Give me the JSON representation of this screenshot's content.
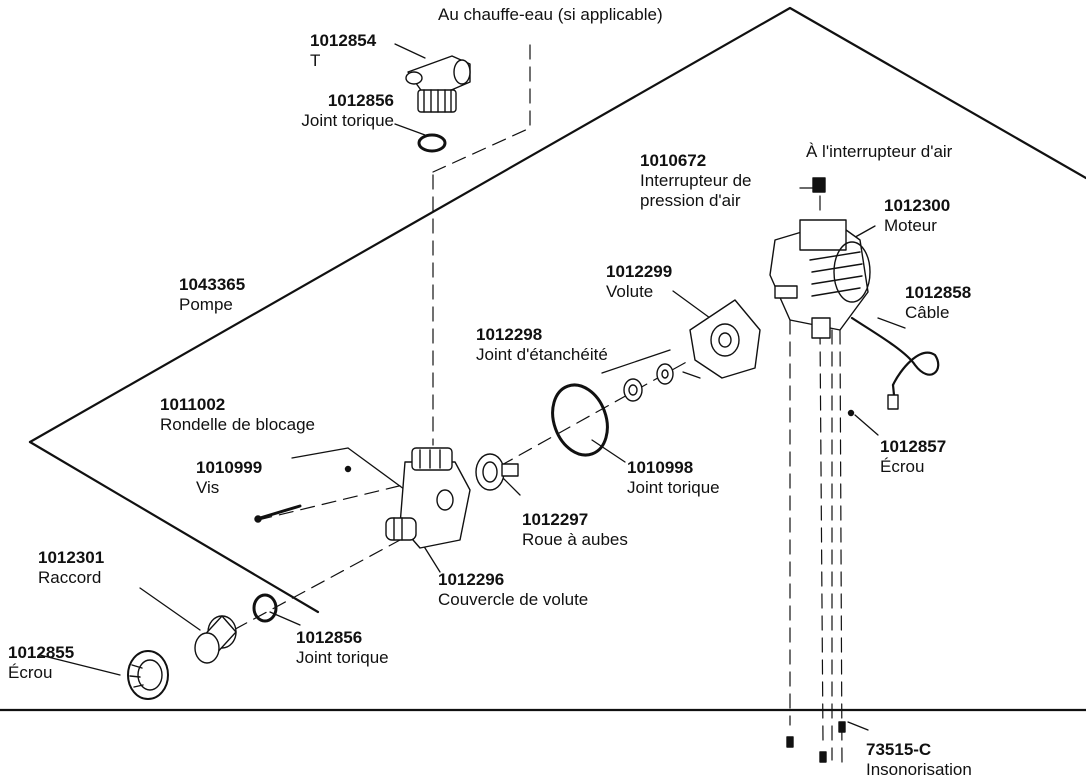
{
  "notes": {
    "heater": "Au chauffe-eau (si applicable)",
    "air_switch": "À l'interrupteur d'air"
  },
  "parts": {
    "tee": {
      "number": "1012854",
      "name": "T"
    },
    "oring_top": {
      "number": "1012856",
      "name": "Joint torique"
    },
    "pump": {
      "number": "1043365",
      "name": "Pompe"
    },
    "lock_washer": {
      "number": "1011002",
      "name": "Rondelle de blocage"
    },
    "screw": {
      "number": "1010999",
      "name": "Vis"
    },
    "fitting": {
      "number": "1012301",
      "name": "Raccord"
    },
    "nut_left": {
      "number": "1012855",
      "name": "Écrou"
    },
    "oring_bottom": {
      "number": "1012856",
      "name": "Joint torique"
    },
    "volute_cover": {
      "number": "1012296",
      "name": "Couvercle de volute"
    },
    "impeller": {
      "number": "1012297",
      "name": "Roue à aubes"
    },
    "oring_mid": {
      "number": "1010998",
      "name": "Joint torique"
    },
    "seal": {
      "number": "1012298",
      "name": "Joint d'étanchéité"
    },
    "volute": {
      "number": "1012299",
      "name": "Volute"
    },
    "pressure_switch": {
      "number": "1010672",
      "name1": "Interrupteur de",
      "name2": "pression d'air"
    },
    "motor": {
      "number": "1012300",
      "name": "Moteur"
    },
    "cable": {
      "number": "1012858",
      "name": "Câble"
    },
    "nut_right": {
      "number": "1012857",
      "name": "Écrou"
    },
    "insulation": {
      "number": "73515-C",
      "name": "Insonorisation"
    }
  }
}
